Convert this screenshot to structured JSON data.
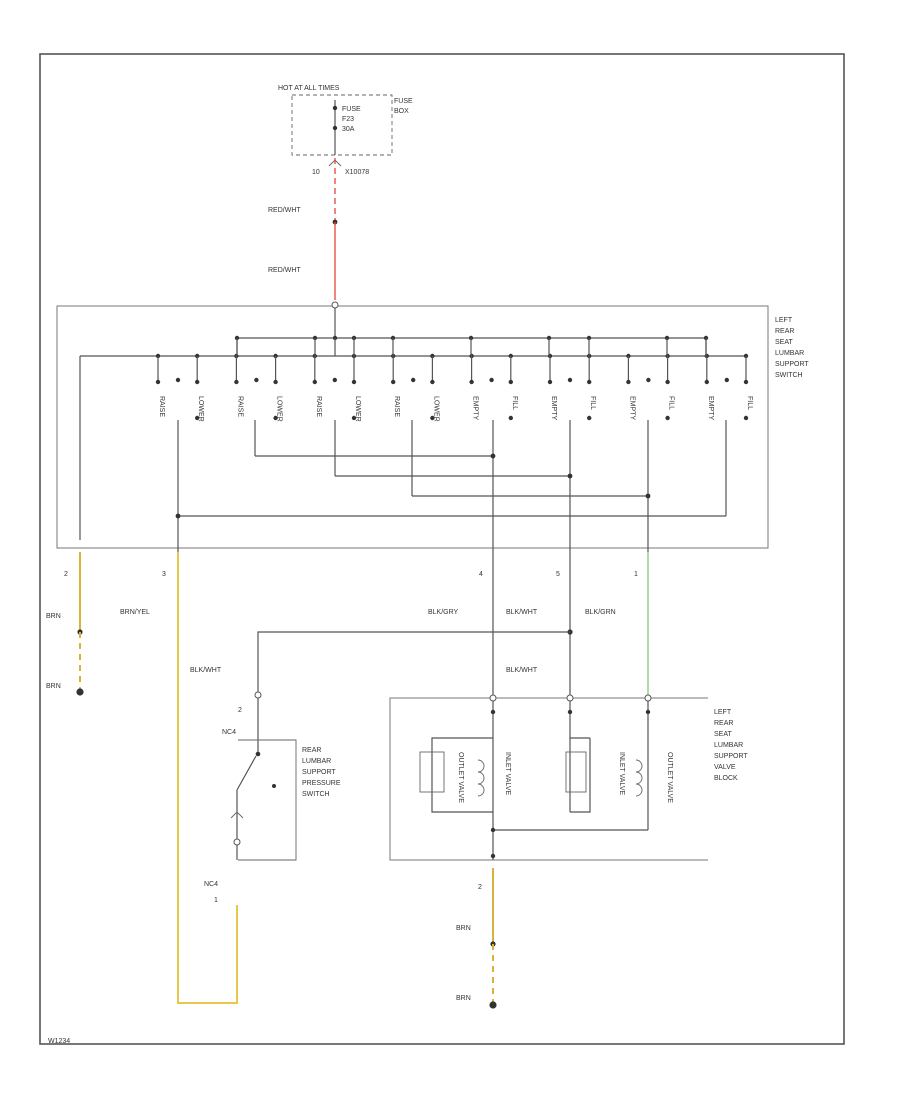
{
  "colors": {
    "red_wire": "#e8443a",
    "brown_wire": "#d8b33a",
    "yellow_wire": "#e8c84a",
    "green_wire": "#7fc77f",
    "line": "#555555"
  },
  "fuse": {
    "header": "HOT AT ALL TIMES",
    "box_label": [
      "FUSE",
      "BOX"
    ],
    "fuse_label": [
      "FUSE",
      "F23",
      "30A"
    ],
    "connector_left": "10",
    "connector_right": "X10078"
  },
  "wires": {
    "red_1": "RED/WHT",
    "red_2": "RED/WHT",
    "brn_top": "BRN",
    "brn_bottom": "BRN",
    "brn_yel": "BRN/YEL",
    "blk_gry": "BLK/GRY",
    "blk_wht_1": "BLK/WHT",
    "blk_grn": "BLK/GRN",
    "blk_wht_2": "BLK/WHT",
    "blk_wht_switch": "BLK/WHT",
    "brn_valve_1": "BRN",
    "brn_valve_2": "BRN"
  },
  "switch": {
    "label": [
      "LEFT",
      "REAR",
      "SEAT",
      "LUMBAR",
      "SUPPORT",
      "SWITCH"
    ],
    "contacts": [
      "RAISE",
      "LOWER",
      "RAISE",
      "LOWER",
      "RAISE",
      "LOWER",
      "RAISE",
      "LOWER",
      "EMPTY",
      "FILL",
      "EMPTY",
      "FILL",
      "EMPTY",
      "FILL",
      "EMPTY",
      "FILL"
    ],
    "pins": [
      "2",
      "3",
      "4",
      "5",
      "1"
    ]
  },
  "pressure_switch": {
    "label": [
      "REAR",
      "LUMBAR",
      "SUPPORT",
      "PRESSURE",
      "SWITCH"
    ],
    "pin_top": "2",
    "conn_top": "NC4",
    "conn_bottom": "NC4",
    "pin_bottom": "1"
  },
  "valve_block": {
    "label": [
      "LEFT",
      "REAR",
      "SEAT",
      "LUMBAR",
      "SUPPORT",
      "VALVE",
      "BLOCK"
    ],
    "valves": [
      "OUTLET VALVE",
      "INLET VALVE",
      "INLET VALVE",
      "OUTLET VALVE"
    ],
    "pin_bottom": "2"
  },
  "footer": "W1234"
}
